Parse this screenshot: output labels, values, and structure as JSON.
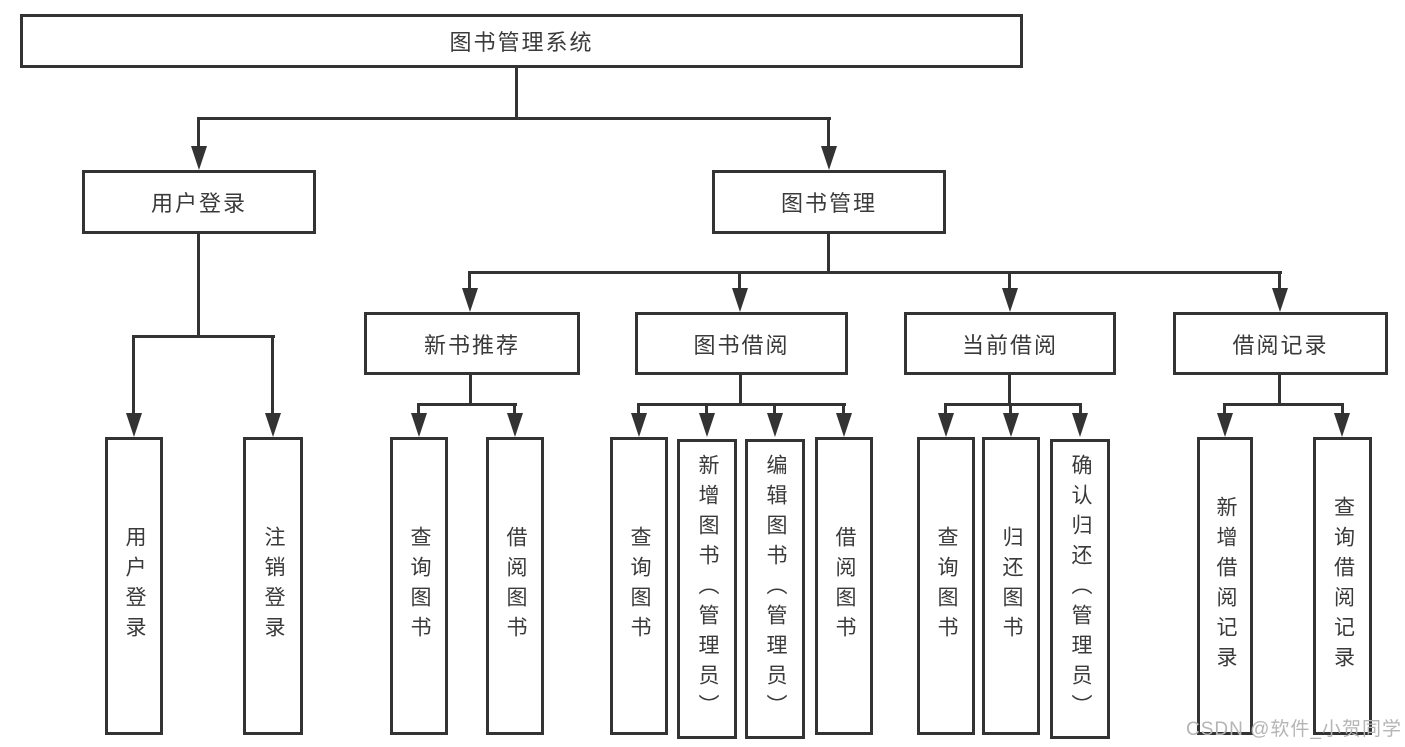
{
  "diagram_title": "图书管理系统",
  "colors": {
    "line": "#333333",
    "text": "#3a3a3a",
    "background": "#ffffff",
    "watermark": "#b5b5b5"
  },
  "watermark": "CSDN @软件_小贺同学",
  "tree": {
    "label": "图书管理系统",
    "children": [
      {
        "label": "用户登录",
        "children": [
          {
            "label": "用户登录"
          },
          {
            "label": "注销登录"
          }
        ]
      },
      {
        "label": "图书管理",
        "children": [
          {
            "label": "新书推荐",
            "children": [
              {
                "label": "查询图书"
              },
              {
                "label": "借阅图书"
              }
            ]
          },
          {
            "label": "图书借阅",
            "children": [
              {
                "label": "查询图书"
              },
              {
                "label": "新增图书（管理员）"
              },
              {
                "label": "编辑图书（管理员）"
              },
              {
                "label": "借阅图书"
              }
            ]
          },
          {
            "label": "当前借阅",
            "children": [
              {
                "label": "查询图书"
              },
              {
                "label": "归还图书"
              },
              {
                "label": "确认归还（管理员）"
              }
            ]
          },
          {
            "label": "借阅记录",
            "children": [
              {
                "label": "新增借阅记录"
              },
              {
                "label": "查询借阅记录"
              }
            ]
          }
        ]
      }
    ]
  }
}
